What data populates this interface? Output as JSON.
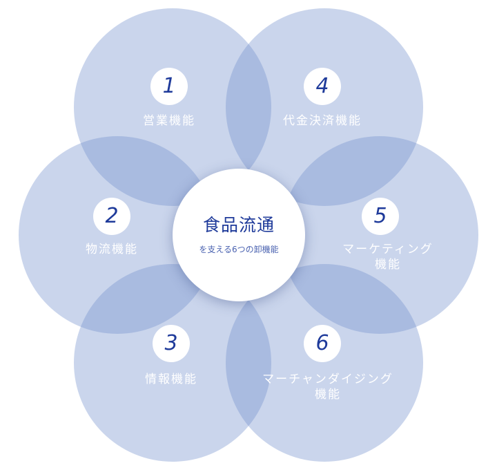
{
  "center": {
    "title": "食品流通",
    "subtitle": "を支える6つの卸機能"
  },
  "functions": [
    {
      "number": "1",
      "label": "営業機能"
    },
    {
      "number": "2",
      "label": "物流機能"
    },
    {
      "number": "3",
      "label": "情報機能"
    },
    {
      "number": "4",
      "label": "代金決済機能"
    },
    {
      "number": "5",
      "label": "マーケティング\n機能"
    },
    {
      "number": "6",
      "label": "マーチャンダイジング\n機能"
    }
  ],
  "colors": {
    "circle": "#ccd6ec",
    "overlap": "#a3b5de",
    "accent": "#1e3a9a"
  }
}
